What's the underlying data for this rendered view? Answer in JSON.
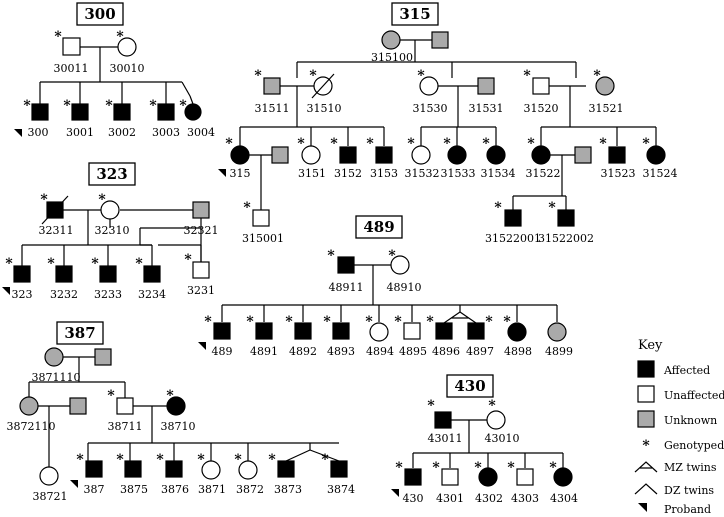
{
  "families": {
    "f300": {
      "title": "300",
      "ind": {
        "i30011": "30011",
        "i30010": "30010",
        "i300": "300",
        "i3001": "3001",
        "i3002": "3002",
        "i3003": "3003",
        "i3004": "3004"
      }
    },
    "f315": {
      "title": "315",
      "ind": {
        "i315100": "315100",
        "i31511": "31511",
        "i31510": "31510",
        "i31530": "31530",
        "i31531": "31531",
        "i31520": "31520",
        "i31521": "31521",
        "i315": "315",
        "i3151": "3151",
        "i3152": "3152",
        "i3153": "3153",
        "i31532": "31532",
        "i31533": "31533",
        "i31534": "31534",
        "i31522": "31522",
        "i31523": "31523",
        "i31524": "31524",
        "i315001": "315001",
        "i31522001": "31522001",
        "i31522002": "31522002"
      }
    },
    "f323": {
      "title": "323",
      "ind": {
        "i32311": "32311",
        "i32310": "32310",
        "i32321": "32321",
        "i323": "323",
        "i3232": "3232",
        "i3233": "3233",
        "i3234": "3234",
        "i3231": "3231"
      }
    },
    "f489": {
      "title": "489",
      "ind": {
        "i48911": "48911",
        "i48910": "48910",
        "i489": "489",
        "i4891": "4891",
        "i4892": "4892",
        "i4893": "4893",
        "i4894": "4894",
        "i4895": "4895",
        "i4896": "4896",
        "i4897": "4897",
        "i4898": "4898",
        "i4899": "4899"
      }
    },
    "f387": {
      "title": "387",
      "ind": {
        "i3871110": "3871110",
        "i3872110": "3872110",
        "i38711": "38711",
        "i38710": "38710",
        "i38721": "38721",
        "i387": "387",
        "i3875": "3875",
        "i3876": "3876",
        "i3871": "3871",
        "i3872": "3872",
        "i3873": "3873",
        "i3874": "3874"
      }
    },
    "f430": {
      "title": "430",
      "ind": {
        "i43011": "43011",
        "i43010": "43010",
        "i430": "430",
        "i4301": "4301",
        "i4302": "4302",
        "i4303": "4303",
        "i4304": "4304"
      }
    }
  },
  "key": {
    "title": "Key",
    "affected": "Affected",
    "unaffected": "Unaffected",
    "unknown": "Unknown",
    "genotyped": "Genotyped",
    "mz_twins": "MZ twins",
    "dz_twins": "DZ twins",
    "proband": "Proband"
  },
  "colors": {
    "affected": "#000000",
    "unaffected": "#ffffff",
    "unknown": "#aaaaaa"
  },
  "symbols": {
    "genotyped_mark": "*"
  }
}
